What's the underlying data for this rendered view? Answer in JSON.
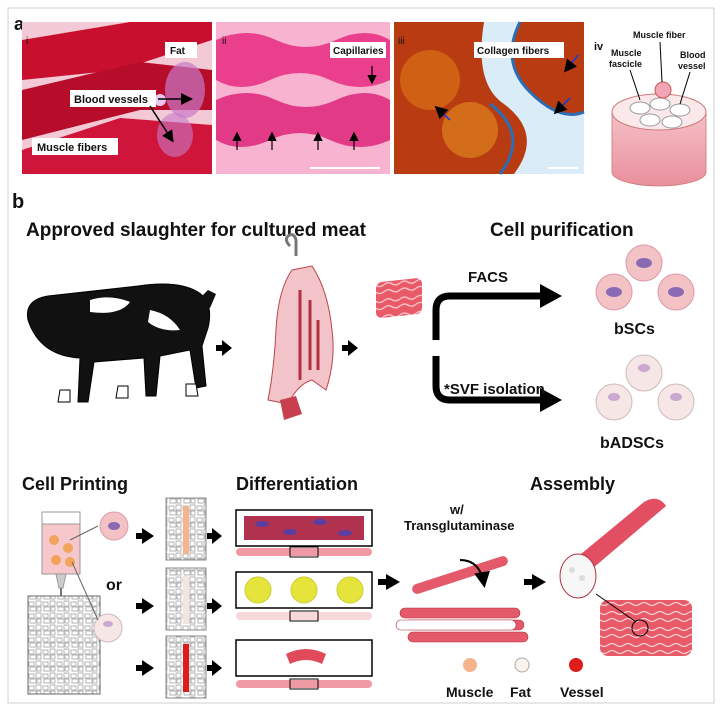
{
  "panel_a": {
    "label": "a",
    "sub_i": "i",
    "sub_ii": "ii",
    "sub_iii": "iii",
    "sub_iv": "iv",
    "i_fat": "Fat",
    "i_blood_vessels": "Blood vessels",
    "i_muscle_fibers": "Muscle fibers",
    "ii_capillaries": "Capillaries",
    "iii_collagen": "Collagen fibers",
    "iv_muscle_fiber": "Muscle fiber",
    "iv_fascicle_1": "Muscle",
    "iv_fascicle_2": "fascicle",
    "iv_vessel_1": "Blood",
    "iv_vessel_2": "vessel"
  },
  "panel_b": {
    "label": "b",
    "slaughter_title": "Approved slaughter for cultured meat",
    "purification_title": "Cell purification",
    "facs": "FACS",
    "svf": "*SVF isolation",
    "bscs": "bSCs",
    "badscs": "bADSCs",
    "printing_title": "Cell Printing",
    "differentiation_title": "Differentiation",
    "assembly_title": "Assembly",
    "or": "or",
    "transglut_1": "w/",
    "transglut_2": "Transglutaminase",
    "legend_muscle": "Muscle",
    "legend_fat": "Fat",
    "legend_vessel": "Vessel"
  },
  "colors": {
    "muscle_red": "#d8243c",
    "muscle_pink": "#f09aa6",
    "fat_yellow": "#e4e43a",
    "vessel_red": "#e01b1b",
    "muscle_legend": "#f3b48e",
    "cell_nucleus": "#8a6bb3"
  }
}
